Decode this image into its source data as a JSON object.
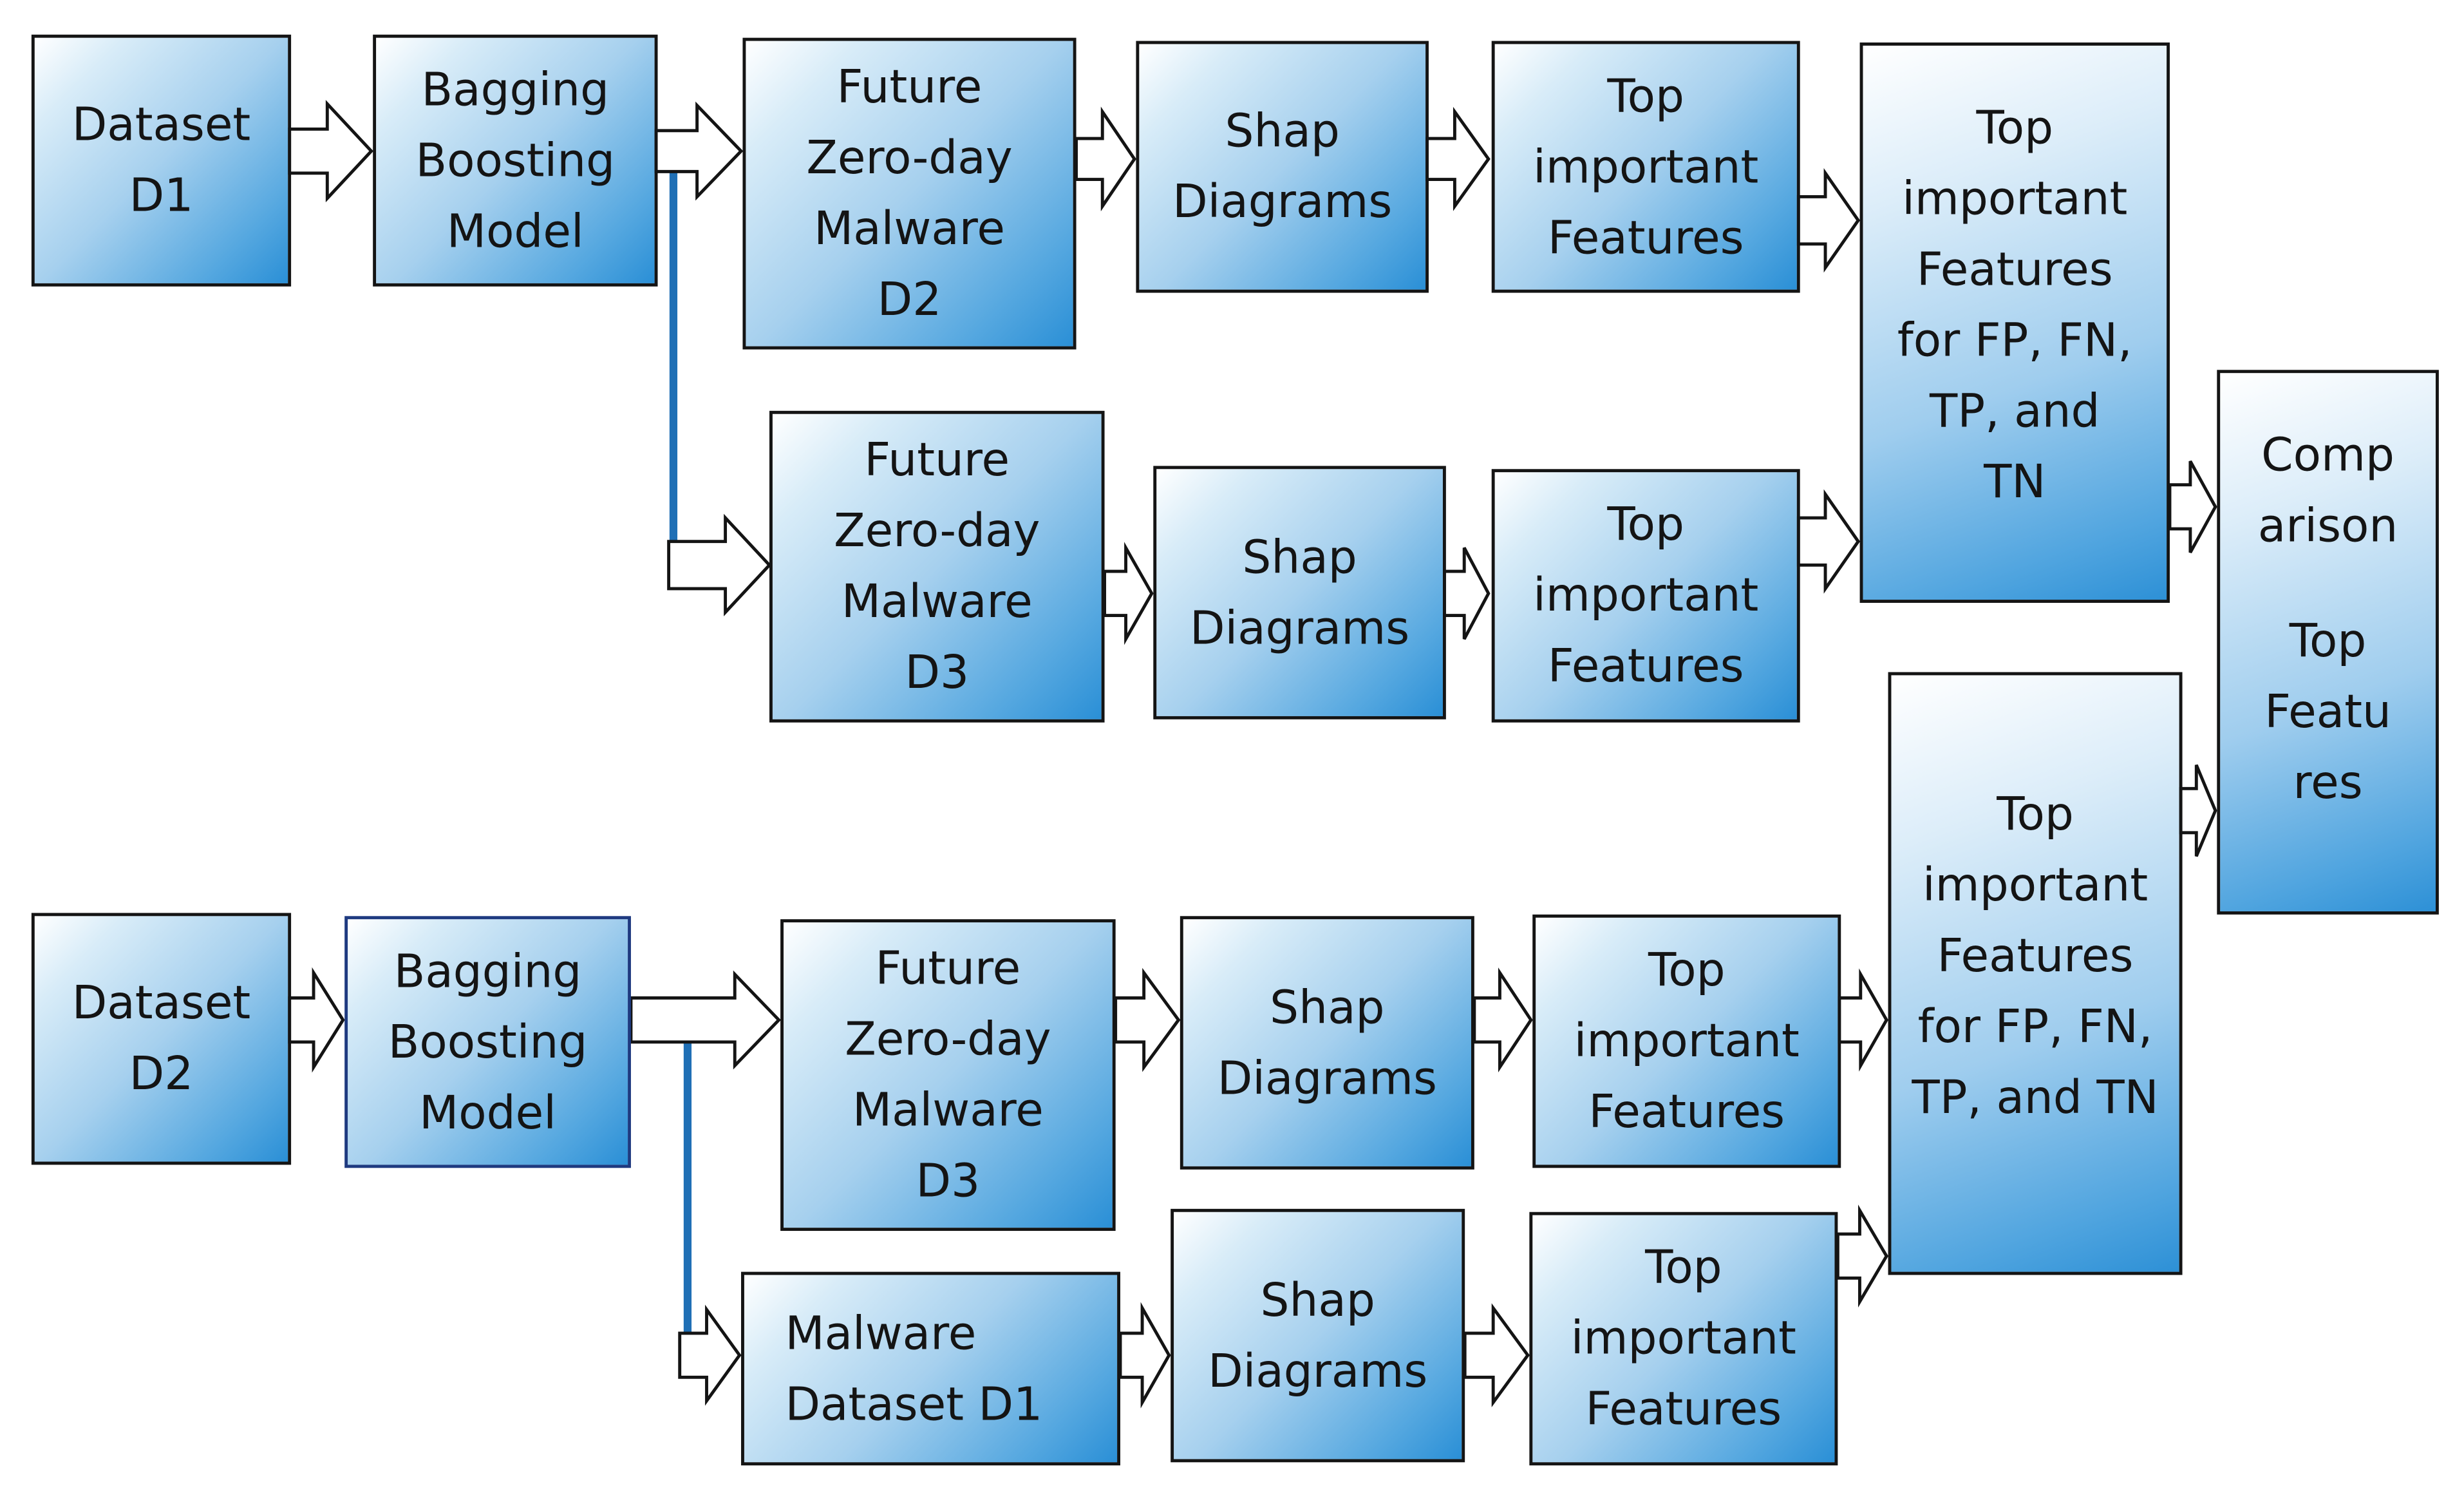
{
  "row1": {
    "dataset": [
      "Dataset",
      "D1"
    ],
    "model": [
      "Bagging",
      "Boosting",
      "Model"
    ],
    "target_a": [
      "Future",
      "Zero-day",
      "Malware",
      "D2"
    ],
    "shap_a": [
      "Shap",
      "Diagrams"
    ],
    "features_a": [
      "Top",
      "important",
      "Features"
    ],
    "target_b": [
      "Future",
      "Zero-day",
      "Malware",
      "D3"
    ],
    "shap_b": [
      "Shap",
      "Diagrams"
    ],
    "features_b": [
      "Top",
      "important",
      "Features"
    ],
    "summary": [
      "Top",
      "important",
      "Features",
      "for FP, FN,",
      "TP, and",
      "TN"
    ]
  },
  "row2": {
    "dataset": [
      "Dataset",
      "D2"
    ],
    "model": [
      "Bagging",
      "Boosting",
      "Model"
    ],
    "target_a": [
      "Future",
      "Zero-day",
      "Malware",
      "D3"
    ],
    "shap_a": [
      "Shap",
      "Diagrams"
    ],
    "features_a": [
      "Top",
      "important",
      "Features"
    ],
    "target_b": [
      "Malware",
      "Dataset D1"
    ],
    "shap_b": [
      "Shap",
      "Diagrams"
    ],
    "features_b": [
      "Top",
      "important",
      "Features"
    ],
    "summary": [
      "Top",
      "important",
      "Features",
      "for FP, FN,",
      "TP, and TN"
    ]
  },
  "comparison": {
    "title": [
      "Comp",
      "arison"
    ],
    "subtitle": [
      "Top",
      "Featu",
      "res"
    ]
  },
  "colors": {
    "box_fill_light": "#ffffff",
    "box_fill_dark": "#2a8fd6",
    "box_border": "#141414",
    "connector_line": "#1f6fb5",
    "arrow_outline": "#141414"
  }
}
